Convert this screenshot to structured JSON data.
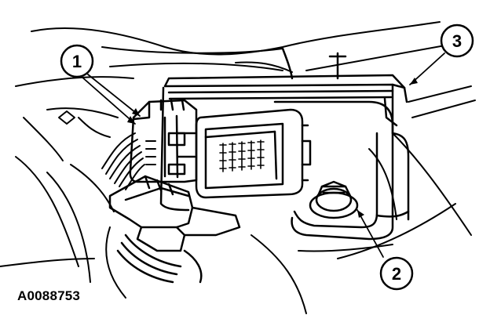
{
  "figure": {
    "reference_code": "A0088753",
    "callouts": [
      {
        "label": "1"
      },
      {
        "label": "2"
      },
      {
        "label": "3"
      }
    ]
  },
  "colors": {
    "line": "#000000",
    "background": "#ffffff"
  }
}
